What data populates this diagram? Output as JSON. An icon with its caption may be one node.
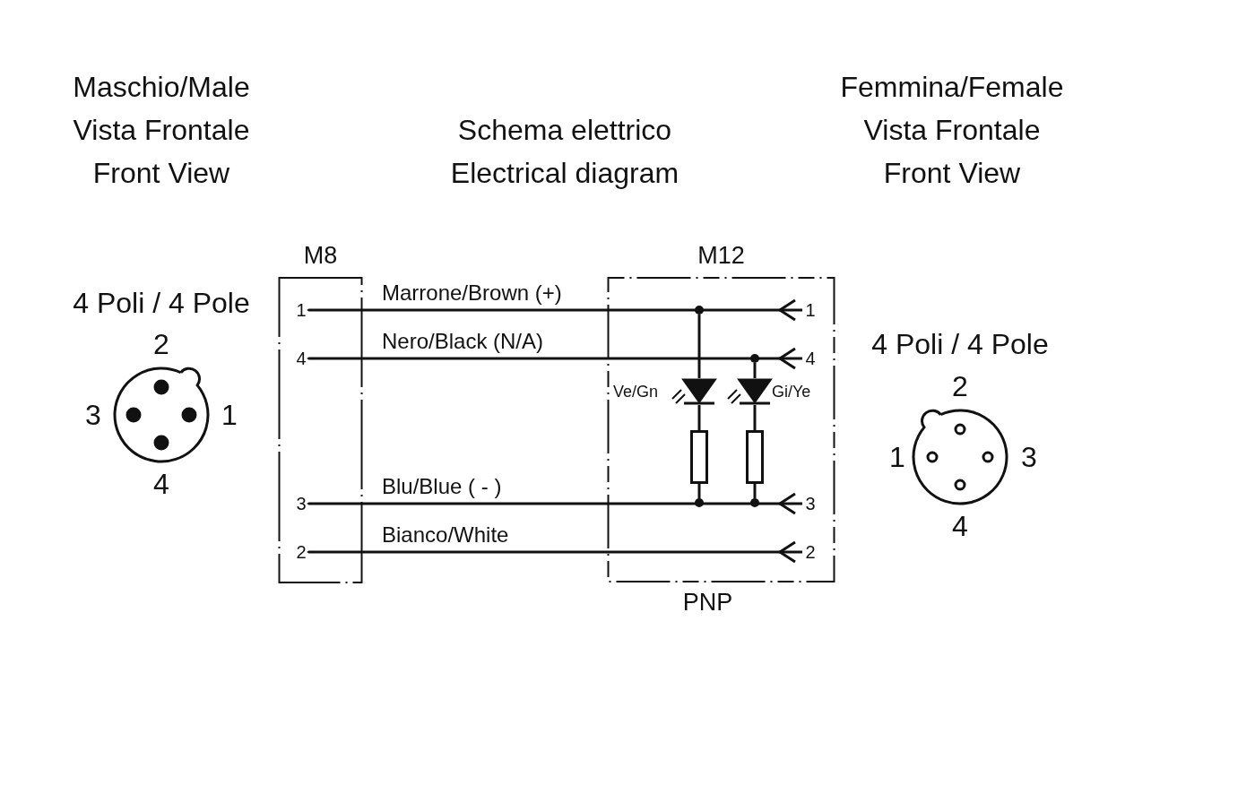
{
  "diagram": {
    "nodes": [
      {
        "text": [
          "M8"
        ]
      },
      {
        "text": [
          "M12",
          "PNP"
        ]
      },
      {
        "text": [
          "1"
        ],
        "in": 0
      },
      {
        "text": [
          "4"
        ],
        "in": 0
      },
      {
        "text": [
          "3"
        ],
        "in": 0
      },
      {
        "text": [
          "2"
        ],
        "in": 0
      },
      {
        "text": [
          "1"
        ],
        "in": 1
      },
      {
        "text": [
          "4"
        ],
        "in": 1
      },
      {
        "text": [
          "3"
        ],
        "in": 1
      },
      {
        "text": [
          "2"
        ],
        "in": 1
      },
      {
        "text": [],
        "shape": "circle",
        "in": 1
      },
      {
        "text": [],
        "shape": "circle",
        "in": 1
      },
      {
        "text": [
          "Ve/Gn"
        ],
        "in": 1
      },
      {
        "text": [
          "Gi/Ye"
        ],
        "in": 1
      },
      {
        "text": [],
        "shape": "box",
        "in": 1
      },
      {
        "text": [],
        "shape": "box",
        "in": 1
      },
      {
        "text": [],
        "shape": "circle",
        "in": 1
      },
      {
        "text": [],
        "shape": "circle",
        "in": 1
      }
    ],
    "edges": [
      {
        "from": 6,
        "to": 2,
        "arrow": "to",
        "label": "Marrone/Brown (+)"
      },
      {
        "from": 7,
        "to": 3,
        "arrow": "to",
        "label": "Nero/Black (N/A)"
      },
      {
        "from": 8,
        "to": 4,
        "arrow": "to",
        "label": "Blu/Blue ( - )"
      },
      {
        "from": 9,
        "to": 5,
        "arrow": "to",
        "label": "Bianco/White"
      },
      {
        "from": 10,
        "to": 12,
        "arrow": "none"
      },
      {
        "from": 12,
        "to": 14,
        "arrow": "none"
      },
      {
        "from": 14,
        "to": 16,
        "arrow": "none"
      },
      {
        "from": 11,
        "to": 13,
        "arrow": "none"
      },
      {
        "from": 13,
        "to": 15,
        "arrow": "none"
      },
      {
        "from": 15,
        "to": 17,
        "arrow": "none"
      }
    ],
    "labels": [
      "Maschio/Male",
      "Vista Frontale",
      "Front View",
      "Schema elettrico",
      "Electrical diagram",
      "Femmina/Female",
      "Vista Frontale",
      "Front View",
      "4 Poli / 4 Pole",
      "2",
      "3",
      "1",
      "4",
      "4 Poli / 4 Pole",
      "2",
      "1",
      "3",
      "4"
    ]
  }
}
